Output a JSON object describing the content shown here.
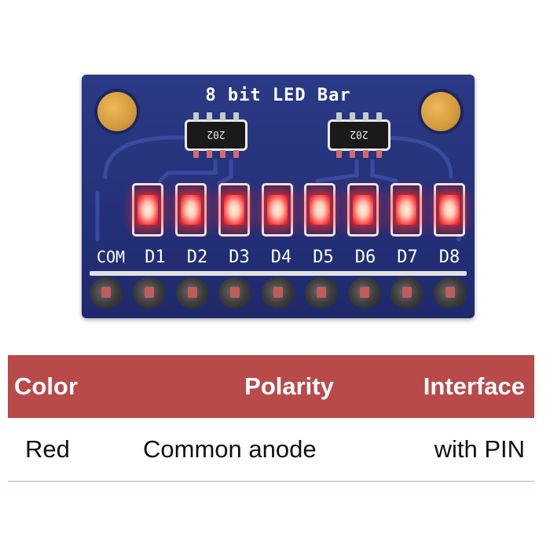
{
  "board": {
    "title": "8 bit LED Bar",
    "chip_marking": "202",
    "pin_labels": [
      "COM",
      "D1",
      "D2",
      "D3",
      "D4",
      "D5",
      "D6",
      "D7",
      "D8"
    ],
    "led_color": "#ff3b3b",
    "pcb_color": "#26337c"
  },
  "spec_table": {
    "headers": [
      "Color",
      "Polarity",
      "Interface"
    ],
    "row": [
      "Red",
      "Common anode",
      "with PIN"
    ],
    "header_bg": "#b84a4a"
  }
}
